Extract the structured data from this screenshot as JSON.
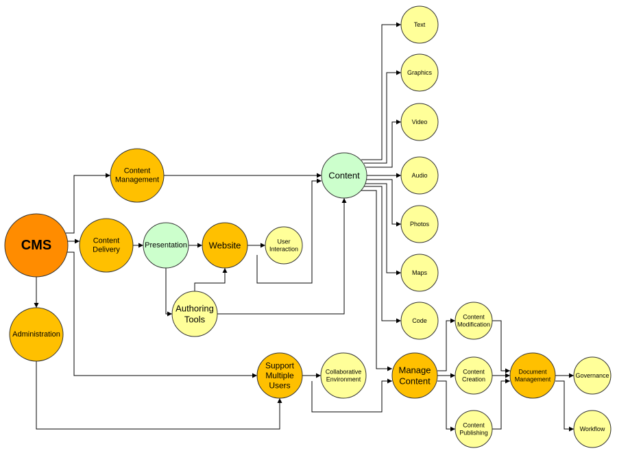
{
  "colors": {
    "dark_orange": "#ff8c00",
    "orange": "#ffc000",
    "light_yellow": "#ffff99",
    "light_green": "#ccffcc",
    "stroke": "#333333"
  },
  "nodes": {
    "cms": {
      "label": [
        "CMS"
      ],
      "fill": "#ff8c00"
    },
    "content_management": {
      "label": [
        "Content",
        "Management"
      ],
      "fill": "#ffc000"
    },
    "content_delivery": {
      "label": [
        "Content",
        "Delivery"
      ],
      "fill": "#ffc000"
    },
    "administration": {
      "label": [
        "Administration"
      ],
      "fill": "#ffc000"
    },
    "presentation": {
      "label": [
        "Presentation"
      ],
      "fill": "#ccffcc"
    },
    "website": {
      "label": [
        "Website"
      ],
      "fill": "#ffc000"
    },
    "user_interaction": {
      "label": [
        "User",
        "Interaction"
      ],
      "fill": "#ffff99"
    },
    "authoring_tools": {
      "label": [
        "Authoring",
        "Tools"
      ],
      "fill": "#ffff99"
    },
    "content": {
      "label": [
        "Content"
      ],
      "fill": "#ccffcc"
    },
    "text": {
      "label": [
        "Text"
      ],
      "fill": "#ffff99"
    },
    "graphics": {
      "label": [
        "Graphics"
      ],
      "fill": "#ffff99"
    },
    "video": {
      "label": [
        "Video"
      ],
      "fill": "#ffff99"
    },
    "audio": {
      "label": [
        "Audio"
      ],
      "fill": "#ffff99"
    },
    "photos": {
      "label": [
        "Photos"
      ],
      "fill": "#ffff99"
    },
    "maps": {
      "label": [
        "Maps"
      ],
      "fill": "#ffff99"
    },
    "code": {
      "label": [
        "Code"
      ],
      "fill": "#ffff99"
    },
    "support_multiple_users": {
      "label": [
        "Support",
        "Multiple",
        "Users"
      ],
      "fill": "#ffc000"
    },
    "collaborative_environment": {
      "label": [
        "Collaborative",
        "Environment"
      ],
      "fill": "#ffff99"
    },
    "manage_content": {
      "label": [
        "Manage",
        "Content"
      ],
      "fill": "#ffc000"
    },
    "content_modification": {
      "label": [
        "Content",
        "Modification"
      ],
      "fill": "#ffff99"
    },
    "content_creation": {
      "label": [
        "Content",
        "Creation"
      ],
      "fill": "#ffff99"
    },
    "content_publishing": {
      "label": [
        "Content",
        "Publishing"
      ],
      "fill": "#ffff99"
    },
    "document_management": {
      "label": [
        "Document",
        "Management"
      ],
      "fill": "#ffc000"
    },
    "governance": {
      "label": [
        "Governance"
      ],
      "fill": "#ffff99"
    },
    "workflow": {
      "label": [
        "Workflow"
      ],
      "fill": "#ffff99"
    }
  },
  "edges": [
    {
      "from": "cms",
      "to": "content_management"
    },
    {
      "from": "cms",
      "to": "content_delivery"
    },
    {
      "from": "cms",
      "to": "administration"
    },
    {
      "from": "cms",
      "to": "support_multiple_users"
    },
    {
      "from": "content_management",
      "to": "content"
    },
    {
      "from": "content_delivery",
      "to": "presentation"
    },
    {
      "from": "presentation",
      "to": "website"
    },
    {
      "from": "presentation",
      "to": "authoring_tools"
    },
    {
      "from": "website",
      "to": "user_interaction"
    },
    {
      "from": "website",
      "to": "content"
    },
    {
      "from": "authoring_tools",
      "to": "website"
    },
    {
      "from": "authoring_tools",
      "to": "content"
    },
    {
      "from": "content",
      "to": "text"
    },
    {
      "from": "content",
      "to": "graphics"
    },
    {
      "from": "content",
      "to": "video"
    },
    {
      "from": "content",
      "to": "audio"
    },
    {
      "from": "content",
      "to": "photos"
    },
    {
      "from": "content",
      "to": "maps"
    },
    {
      "from": "content",
      "to": "code"
    },
    {
      "from": "content",
      "to": "manage_content"
    },
    {
      "from": "administration",
      "to": "support_multiple_users"
    },
    {
      "from": "support_multiple_users",
      "to": "collaborative_environment"
    },
    {
      "from": "support_multiple_users",
      "to": "manage_content"
    },
    {
      "from": "manage_content",
      "to": "content_modification"
    },
    {
      "from": "manage_content",
      "to": "content_creation"
    },
    {
      "from": "manage_content",
      "to": "content_publishing"
    },
    {
      "from": "content_modification",
      "to": "document_management"
    },
    {
      "from": "content_creation",
      "to": "document_management"
    },
    {
      "from": "content_publishing",
      "to": "document_management"
    },
    {
      "from": "document_management",
      "to": "governance"
    },
    {
      "from": "document_management",
      "to": "workflow"
    }
  ]
}
